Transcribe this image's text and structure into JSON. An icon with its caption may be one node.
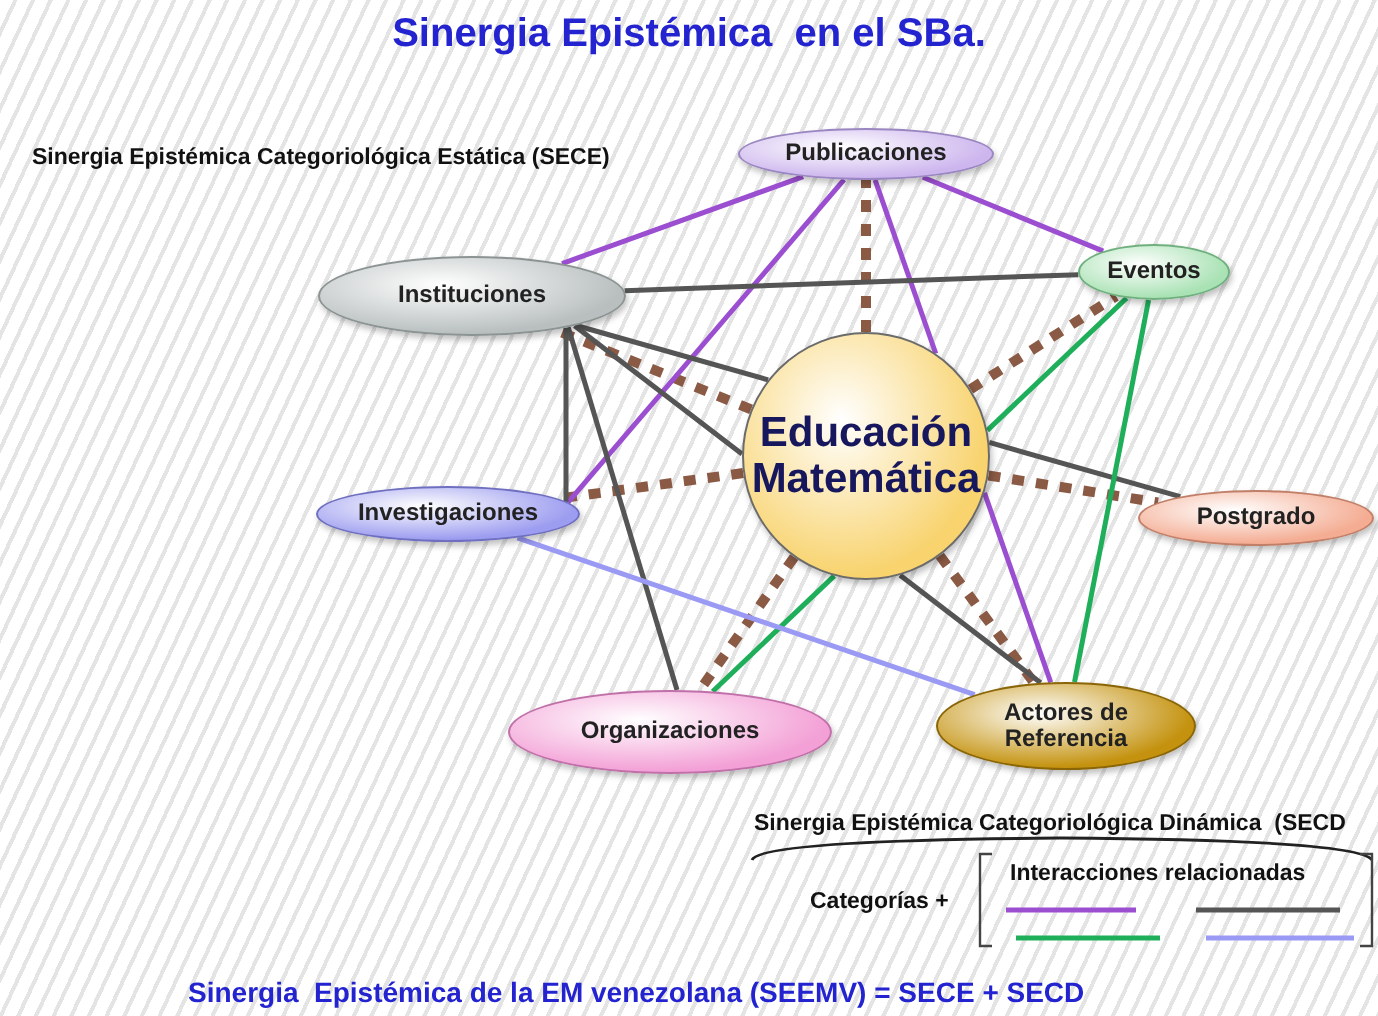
{
  "diagram": {
    "title": "Sinergia Epistémica  en el SBa.",
    "caption": "Sinergia  Epistémica de la EM venezolana (SEEMV) = SECE + SECD",
    "nodes": [
      {
        "text": [
          "Publicaciones"
        ]
      },
      {
        "text": [
          "Eventos"
        ]
      },
      {
        "text": [
          "Instituciones"
        ]
      },
      {
        "text": [
          "Educación Matemática"
        ]
      },
      {
        "text": [
          "Investigaciones"
        ]
      },
      {
        "text": [
          "Postgrado"
        ]
      },
      {
        "text": [
          "Organizaciones"
        ]
      },
      {
        "text": [
          "Actores de Referencia"
        ]
      }
    ],
    "edges": [
      {
        "from": 3,
        "to": 0,
        "arrow": "none",
        "style": "dashed"
      },
      {
        "from": 3,
        "to": 1,
        "arrow": "none",
        "style": "dashed"
      },
      {
        "from": 3,
        "to": 2,
        "arrow": "none",
        "style": "dashed"
      },
      {
        "from": 3,
        "to": 4,
        "arrow": "none",
        "style": "dashed"
      },
      {
        "from": 3,
        "to": 5,
        "arrow": "none",
        "style": "dashed"
      },
      {
        "from": 3,
        "to": 6,
        "arrow": "none",
        "style": "dashed"
      },
      {
        "from": 3,
        "to": 7,
        "arrow": "none",
        "style": "dashed"
      },
      {
        "from": 0,
        "to": 2,
        "arrow": "none",
        "color": "#9b4fd0"
      },
      {
        "from": 0,
        "to": 1,
        "arrow": "none",
        "color": "#9b4fd0"
      },
      {
        "from": 0,
        "to": 4,
        "arrow": "none",
        "color": "#9b4fd0"
      },
      {
        "from": 0,
        "to": 3,
        "arrow": "none",
        "color": "#9b4fd0"
      },
      {
        "from": 3,
        "to": 7,
        "arrow": "none",
        "color": "#9b4fd0"
      },
      {
        "from": 2,
        "to": 1,
        "arrow": "none",
        "color": "#555555"
      },
      {
        "from": 2,
        "to": 4,
        "arrow": "none",
        "color": "#555555"
      },
      {
        "from": 2,
        "to": 6,
        "arrow": "none",
        "color": "#555555"
      },
      {
        "from": 2,
        "to": 3,
        "arrow": "none",
        "color": "#555555"
      },
      {
        "from": 3,
        "to": 5,
        "arrow": "none",
        "color": "#555555"
      },
      {
        "from": 2,
        "to": 3,
        "arrow": "none",
        "color": "#555555"
      },
      {
        "from": 3,
        "to": 7,
        "arrow": "none",
        "color": "#555555"
      },
      {
        "from": 1,
        "to": 3,
        "arrow": "none",
        "color": "#1fae5a"
      },
      {
        "from": 3,
        "to": 6,
        "arrow": "none",
        "color": "#1fae5a"
      },
      {
        "from": 1,
        "to": 7,
        "arrow": "none",
        "color": "#1fae5a"
      },
      {
        "from": 4,
        "to": 7,
        "arrow": "none",
        "color": "#9a9af5"
      }
    ],
    "labels": [
      "Sinergia Epistémica Categoriológica Estática (SECE)",
      "Sinergia Epistémica Categoriológica Dinámica  (SECD",
      "Categorías +",
      "Interacciones relacionadas"
    ]
  }
}
